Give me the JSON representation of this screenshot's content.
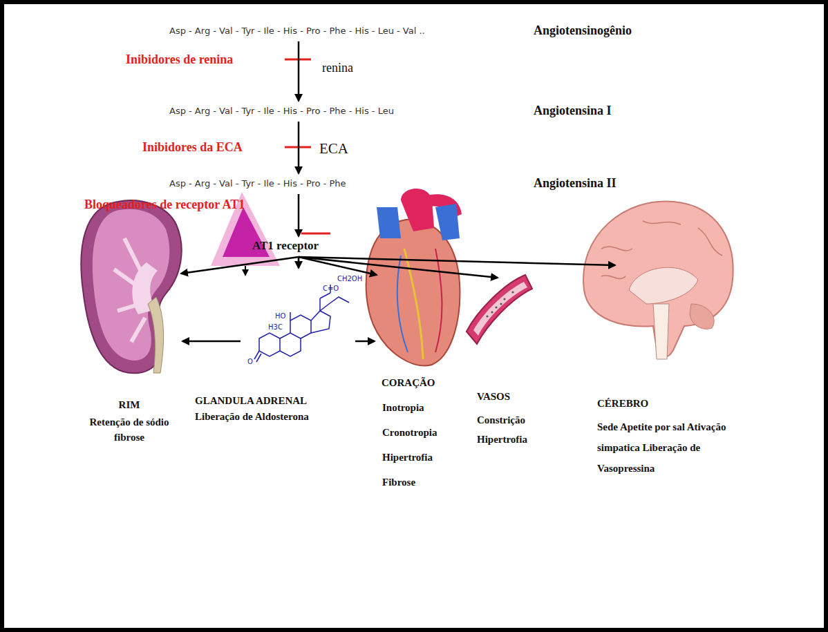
{
  "diagram": {
    "nodes": [
      {
        "text": [
          "Asp - Arg - Val - Tyr - Ile - His - Pro - Phe - His - Leu - Val ..",
          "Angiotensinogênio"
        ]
      },
      {
        "text": [
          "Asp - Arg - Val - Tyr - Ile - His - Pro - Phe - His - Leu",
          "Angiotensina I"
        ]
      },
      {
        "text": [
          "Asp - Arg - Val - Tyr - Ile - His - Pro - Phe",
          "Angiotensina II"
        ]
      },
      {
        "text": [
          "AT1 receptor"
        ]
      },
      {
        "text": [
          "RIM",
          "Retenção de sódio fibrose"
        ]
      },
      {
        "text": [
          "GLANDULA ADRENAL",
          "Liberação de Aldosterona"
        ]
      },
      {
        "text": [
          "CORAÇÃO",
          "Inotropia Cronotropia Hipertrofia Fibrose"
        ]
      },
      {
        "text": [
          "VASOS",
          "Constrição Hipertrofia"
        ]
      },
      {
        "text": [
          "CÉREBRO",
          "Sede Apetite por sal Ativação simpatica Liberação de Vasopressina"
        ]
      }
    ],
    "edges": [
      {
        "from": 0,
        "to": 1,
        "arrow": "to",
        "label": "renina"
      },
      {
        "from": 1,
        "to": 2,
        "arrow": "to",
        "label": "ECA"
      },
      {
        "from": 2,
        "to": 3,
        "arrow": "to"
      },
      {
        "from": 3,
        "to": 4,
        "arrow": "to"
      },
      {
        "from": 3,
        "to": 5,
        "arrow": "to"
      },
      {
        "from": 3,
        "to": 6,
        "arrow": "to"
      },
      {
        "from": 3,
        "to": 7,
        "arrow": "to"
      },
      {
        "from": 3,
        "to": 8,
        "arrow": "to"
      },
      {
        "from": 5,
        "to": 4,
        "arrow": "to"
      },
      {
        "from": 5,
        "to": 6,
        "arrow": "to"
      }
    ],
    "labels": [
      "Inibidores de renina",
      "Inibidores da ECA",
      "Bloqueadores de receptor AT1",
      "CH2OH",
      "C=O",
      "HO",
      "H3C",
      "O"
    ]
  }
}
